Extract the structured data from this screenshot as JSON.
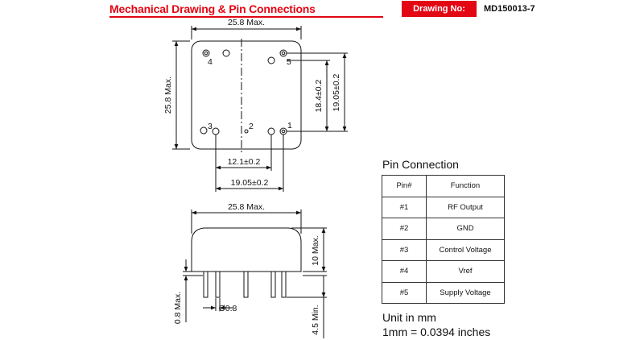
{
  "header": {
    "title": "Mechanical Drawing & Pin Connections",
    "drawing_no_label": "Drawing No:",
    "drawing_no_value": "MD150013-7",
    "accent_color": "#e30613"
  },
  "top_view": {
    "width_dim": "25.8 Max.",
    "height_dim": "25.8 Max.",
    "pin_labels": [
      "1",
      "2",
      "3",
      "4",
      "5"
    ],
    "dim_vertical_inner": "18.4±0.2",
    "dim_vertical_outer": "19.05±0.2",
    "dim_horizontal_inner": "12.1±0.2",
    "dim_horizontal_outer": "19.05±0.2"
  },
  "side_view": {
    "width_dim": "25.8 Max.",
    "height_dim": "10 Max.",
    "standoff_dim": "0.8 Max.",
    "pin_diameter": "Ø0.8",
    "pin_length": "4.5 Min."
  },
  "pin_connection": {
    "title": "Pin Connection",
    "headers": [
      "Pin#",
      "Function"
    ],
    "rows": [
      [
        "#1",
        "RF Output"
      ],
      [
        "#2",
        "GND"
      ],
      [
        "#3",
        "Control Voltage"
      ],
      [
        "#4",
        "Vref"
      ],
      [
        "#5",
        "Supply Voltage"
      ]
    ]
  },
  "units": {
    "line1": "Unit in mm",
    "line2": "1mm = 0.0394 inches"
  }
}
